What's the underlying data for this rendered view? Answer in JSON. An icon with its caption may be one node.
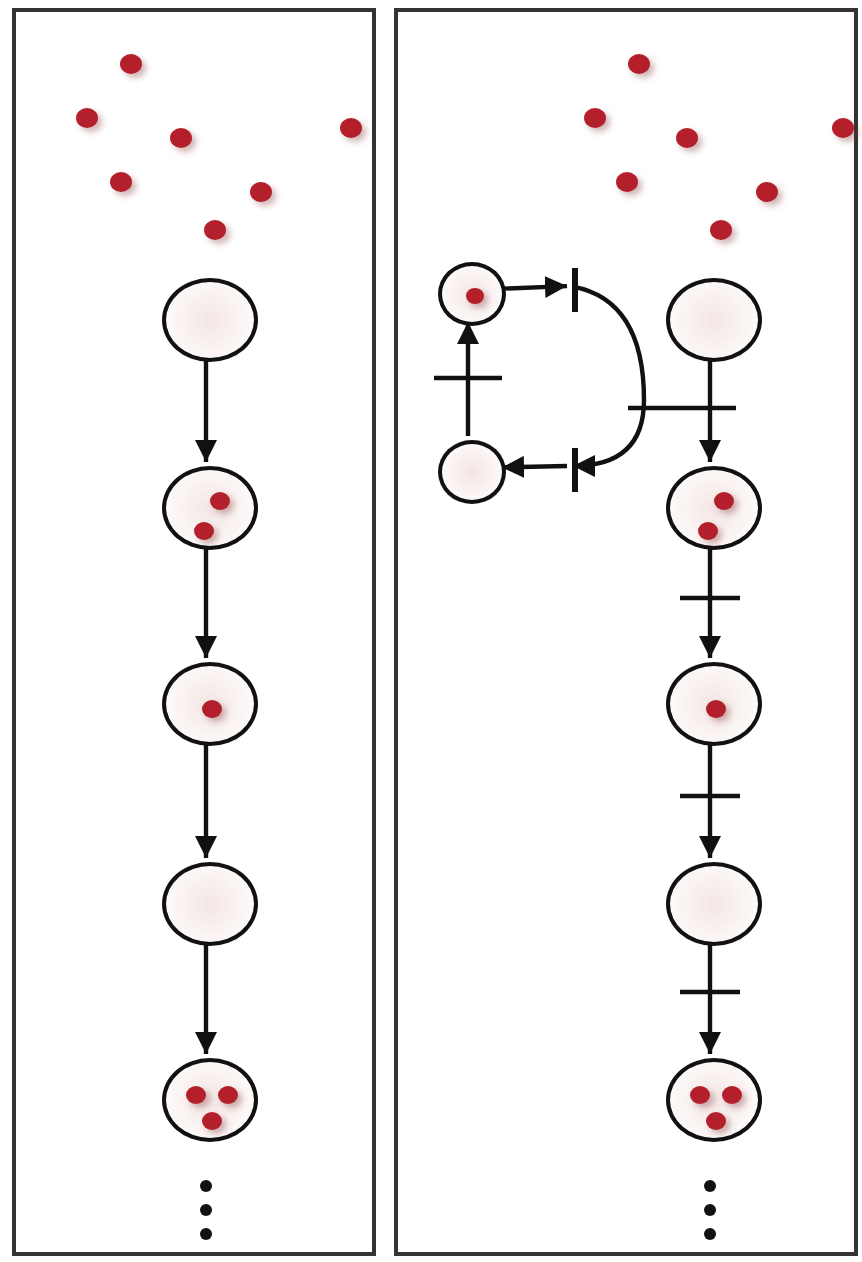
{
  "diagram": {
    "nodes": [
      {
        "text": [],
        "shape": "box"
      },
      {
        "text": [],
        "shape": "circle",
        "in": 0
      },
      {
        "text": [],
        "shape": "circle",
        "in": 0
      },
      {
        "text": [],
        "shape": "circle",
        "in": 0
      },
      {
        "text": [],
        "shape": "circle",
        "in": 0
      },
      {
        "text": [],
        "shape": "circle",
        "in": 0
      },
      {
        "text": [],
        "shape": "circle",
        "in": 0
      },
      {
        "text": [],
        "shape": "circle",
        "in": 0
      },
      {
        "text": [],
        "shape": "circle",
        "in": 0
      },
      {
        "text": [],
        "shape": "circle",
        "in": 0
      },
      {
        "text": [],
        "shape": "circle",
        "in": 9
      },
      {
        "text": [],
        "shape": "circle",
        "in": 9
      },
      {
        "text": [],
        "shape": "circle",
        "in": 0
      },
      {
        "text": [],
        "shape": "circle",
        "in": 12
      },
      {
        "text": [],
        "shape": "circle",
        "in": 0
      },
      {
        "text": [],
        "shape": "circle",
        "in": 0
      },
      {
        "text": [],
        "shape": "circle",
        "in": 15
      },
      {
        "text": [],
        "shape": "circle",
        "in": 15
      },
      {
        "text": [],
        "shape": "circle",
        "in": 15
      },
      {
        "text": [],
        "shape": "box"
      },
      {
        "text": [],
        "shape": "circle",
        "in": 19
      },
      {
        "text": [],
        "shape": "circle",
        "in": 19
      },
      {
        "text": [],
        "shape": "circle",
        "in": 19
      },
      {
        "text": [],
        "shape": "circle",
        "in": 19
      },
      {
        "text": [],
        "shape": "circle",
        "in": 19
      },
      {
        "text": [],
        "shape": "circle",
        "in": 19
      },
      {
        "text": [],
        "shape": "circle",
        "in": 19
      },
      {
        "text": [],
        "shape": "circle",
        "in": 19
      },
      {
        "text": [],
        "shape": "circle",
        "in": 27
      },
      {
        "text": [],
        "shape": "circle",
        "in": 19
      },
      {
        "text": [],
        "shape": "bar",
        "in": 19
      },
      {
        "text": [],
        "shape": "bar",
        "in": 19
      },
      {
        "text": [],
        "shape": "circle",
        "in": 19
      },
      {
        "text": [],
        "shape": "circle",
        "in": 19
      },
      {
        "text": [],
        "shape": "circle",
        "in": 33
      },
      {
        "text": [],
        "shape": "circle",
        "in": 33
      },
      {
        "text": [],
        "shape": "circle",
        "in": 19
      },
      {
        "text": [],
        "shape": "circle",
        "in": 36
      },
      {
        "text": [],
        "shape": "circle",
        "in": 19
      },
      {
        "text": [],
        "shape": "circle",
        "in": 19
      },
      {
        "text": [],
        "shape": "circle",
        "in": 39
      },
      {
        "text": [],
        "shape": "circle",
        "in": 39
      },
      {
        "text": [],
        "shape": "circle",
        "in": 39
      }
    ],
    "edges": [
      {
        "from": 8,
        "to": 9,
        "arrow": "to"
      },
      {
        "from": 9,
        "to": 12,
        "arrow": "to"
      },
      {
        "from": 12,
        "to": 14,
        "arrow": "to"
      },
      {
        "from": 14,
        "to": 15,
        "arrow": "to"
      },
      {
        "from": 27,
        "to": 30,
        "arrow": "to"
      },
      {
        "from": 30,
        "to": 31,
        "arrow": "to"
      },
      {
        "from": 31,
        "to": 29,
        "arrow": "to"
      },
      {
        "from": 29,
        "to": 27,
        "arrow": "to"
      },
      {
        "from": 32,
        "to": 33,
        "arrow": "to"
      },
      {
        "from": 33,
        "to": 36,
        "arrow": "to"
      },
      {
        "from": 36,
        "to": 38,
        "arrow": "to"
      },
      {
        "from": 38,
        "to": 39,
        "arrow": "to"
      }
    ]
  }
}
